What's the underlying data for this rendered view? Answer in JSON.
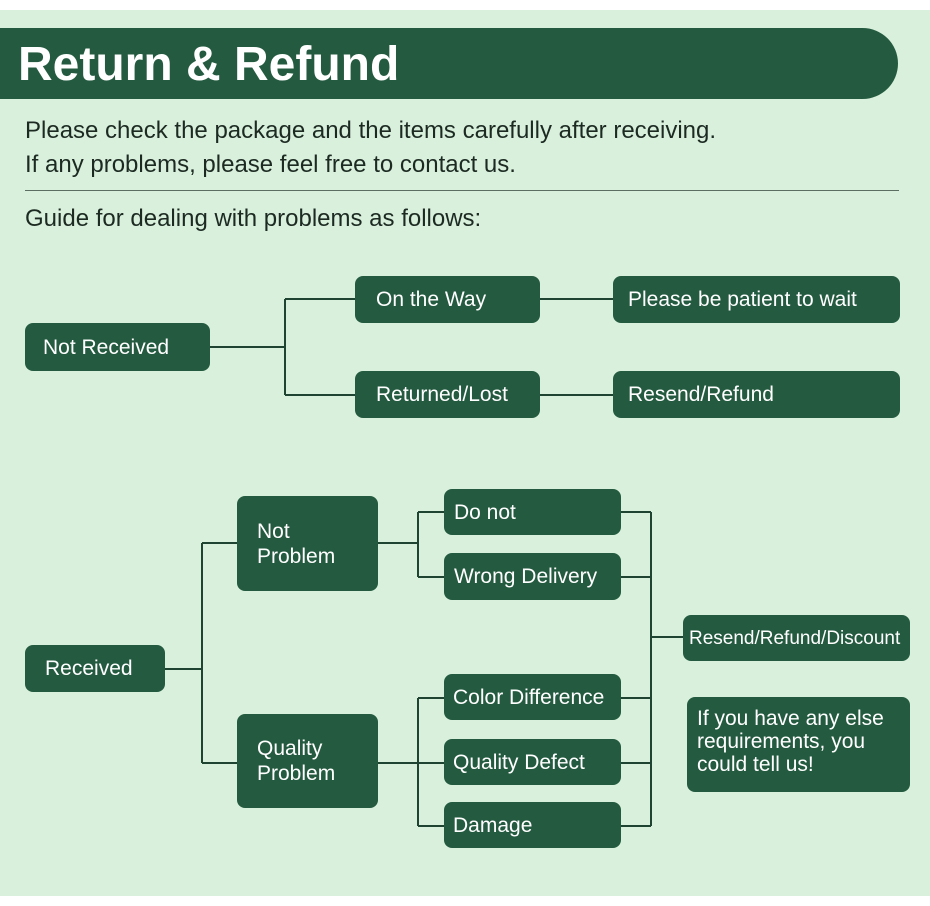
{
  "header": {
    "title": "Return & Refund"
  },
  "intro": {
    "line1": "Please check the package and the items carefully after receiving.",
    "line2": "If any problems, please feel free to contact us.",
    "guide": "Guide for dealing with problems as follows:"
  },
  "not_received": {
    "root": "Not Received",
    "on_the_way": "On the Way",
    "on_the_way_action": "Please be patient to wait",
    "returned_lost": "Returned/Lost",
    "returned_lost_action": "Resend/Refund"
  },
  "received": {
    "root": "Received",
    "not_problem": "Not Problem",
    "do_not": "Do not",
    "wrong_delivery": "Wrong Delivery",
    "quality_problem": "Quality Problem",
    "color_difference": "Color Difference",
    "quality_defect": "Quality Defect",
    "damage": "Damage",
    "outcome": "Resend/Refund/Discount",
    "note": "If you have any else requirements, you could tell us!"
  },
  "colors": {
    "node": "#245b40",
    "background": "#d9f0dc",
    "line": "#1f4532",
    "text": "#1c2a22"
  }
}
